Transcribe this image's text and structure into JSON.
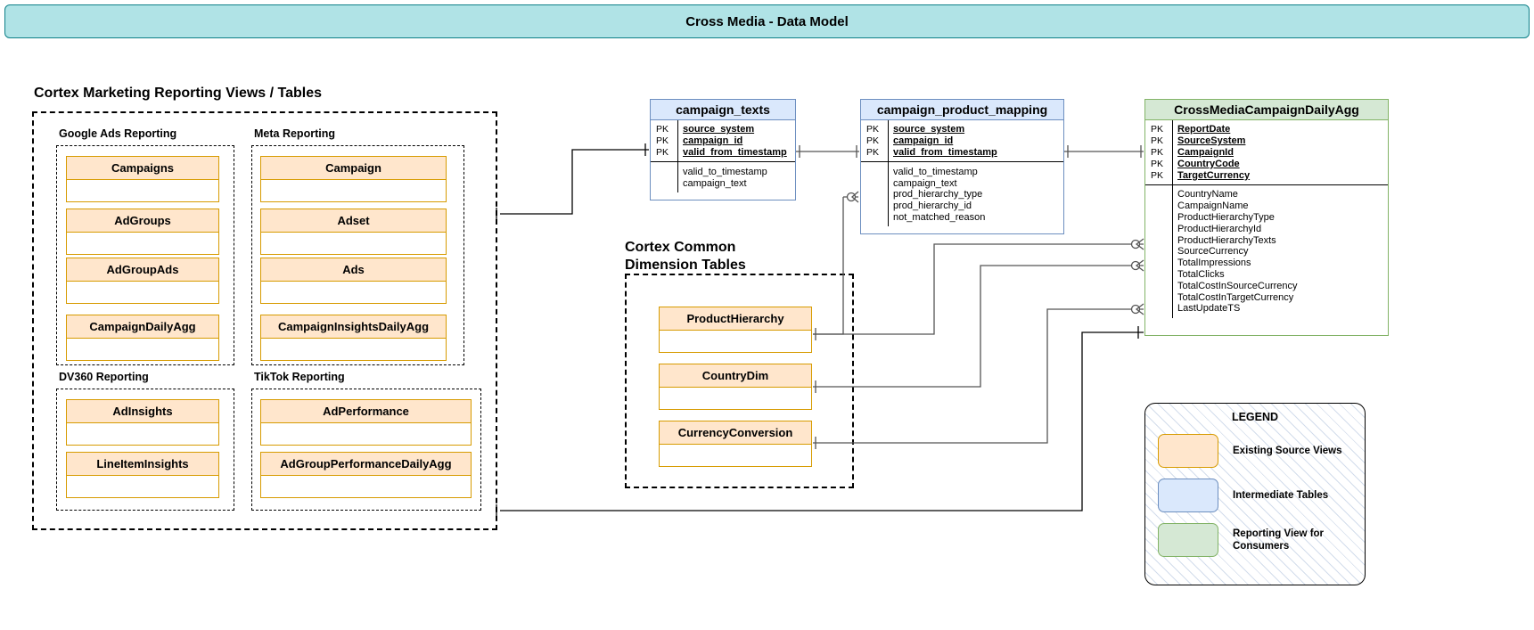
{
  "title": "Cross Media - Data Model",
  "sections": {
    "reporting_views_title": "Cortex Marketing Reporting Views / Tables",
    "common_dim_title": "Cortex Common\nDimension Tables"
  },
  "groups": [
    {
      "label": "Google Ads Reporting",
      "entities": [
        "Campaigns",
        "AdGroups",
        "AdGroupAds",
        "CampaignDailyAgg"
      ]
    },
    {
      "label": "Meta Reporting",
      "entities": [
        "Campaign",
        "Adset",
        "Ads",
        "CampaignInsightsDailyAgg"
      ]
    },
    {
      "label": "DV360 Reporting",
      "entities": [
        "AdInsights",
        "LineItemInsights"
      ]
    },
    {
      "label": "TikTok Reporting",
      "entities": [
        "AdPerformance",
        "AdGroupPerformanceDailyAgg"
      ]
    }
  ],
  "dimension_entities": [
    "ProductHierarchy",
    "CountryDim",
    "CurrencyConversion"
  ],
  "er_tables": [
    {
      "name": "campaign_texts",
      "style": "blue",
      "keys": [
        "source_system",
        "campaign_id",
        "valid_from_timestamp"
      ],
      "key_marker": "PK",
      "attributes": [
        "valid_to_timestamp",
        "campaign_text"
      ]
    },
    {
      "name": "campaign_product_mapping",
      "style": "blue",
      "keys": [
        "source_system",
        "campaign_id",
        "valid_from_timestamp"
      ],
      "key_marker": "PK",
      "attributes": [
        "valid_to_timestamp",
        "campaign_text",
        "prod_hierarchy_type",
        "prod_hierarchy_id",
        "not_matched_reason"
      ]
    },
    {
      "name": "CrossMediaCampaignDailyAgg",
      "style": "green",
      "keys": [
        "ReportDate",
        "SourceSystem",
        "CampaignId",
        "CountryCode",
        "TargetCurrency"
      ],
      "key_marker": "PK",
      "attributes": [
        "CountryName",
        "CampaignName",
        "ProductHierarchyType",
        "ProductHierarchyId",
        "ProductHierarchyTexts",
        "SourceCurrency",
        "TotalImpressions",
        "TotalClicks",
        "TotalCostInSourceCurrency",
        "TotalCostInTargetCurrency",
        "LastUpdateTS"
      ]
    }
  ],
  "legend": {
    "title": "LEGEND",
    "items": [
      {
        "swatch": "orange",
        "label": "Existing Source Views"
      },
      {
        "swatch": "blue",
        "label": "Intermediate Tables"
      },
      {
        "swatch": "green",
        "label": "Reporting View for\nConsumers"
      }
    ]
  },
  "colors": {
    "title_bar_fill": "#b0e3e6",
    "title_bar_stroke": "#0e8088",
    "orange_fill": "#ffe6cc",
    "orange_stroke": "#d79b00",
    "blue_fill": "#dae8fc",
    "blue_stroke": "#6c8ebf",
    "green_fill": "#d5e8d4",
    "green_stroke": "#82b366"
  }
}
